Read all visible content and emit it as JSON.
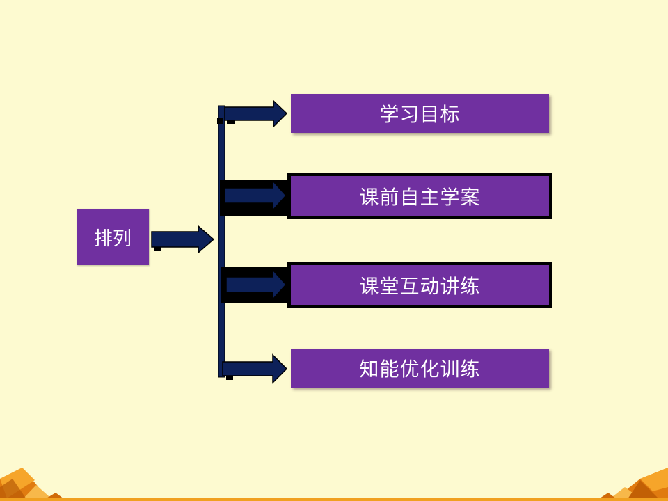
{
  "diagram": {
    "root": {
      "label": "排列"
    },
    "items": [
      {
        "label": "学习目标",
        "style": "shadowed"
      },
      {
        "label": "课前自主学案",
        "style": "framed"
      },
      {
        "label": "课堂互动讲练",
        "style": "framed"
      },
      {
        "label": "知能优化训练",
        "style": "shadowed"
      }
    ]
  },
  "colors": {
    "background": "#fdfad0",
    "box_fill": "#7030a0",
    "box_text": "#ffffff",
    "connector": "#0d2159",
    "accent_orange": "#f0a020"
  }
}
